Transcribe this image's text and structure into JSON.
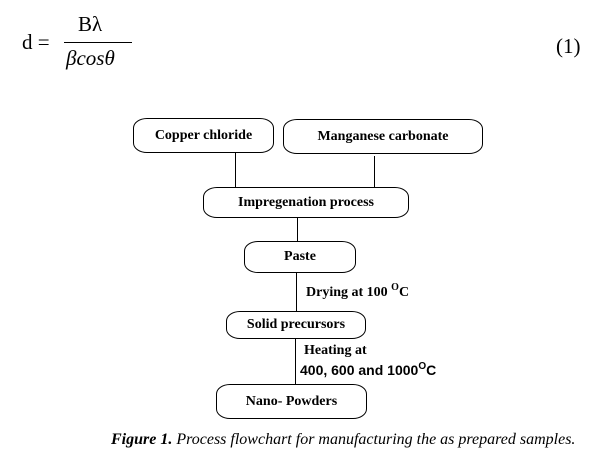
{
  "equation": {
    "lhs": "d =",
    "numerator": "Bλ",
    "denominator": "βcosθ",
    "number": "(1)"
  },
  "flowchart": {
    "nodes": {
      "copper": "Copper chloride",
      "manganese": "Manganese carbonate",
      "impregenation": "Impregenation process",
      "paste": "Paste",
      "solid": "Solid precursors",
      "nano": "Nano- Powders"
    },
    "edges": {
      "drying_label": "Drying at 100",
      "drying_unit_sup": "O",
      "drying_unit": "C",
      "heating_line1": "Heating at",
      "heating_line2": "400, 600 and 1000",
      "heating_unit_sup": "O",
      "heating_unit": "C"
    }
  },
  "caption": {
    "label": "Figure 1.",
    "text": " Process flowchart for manufacturing the as prepared samples."
  }
}
